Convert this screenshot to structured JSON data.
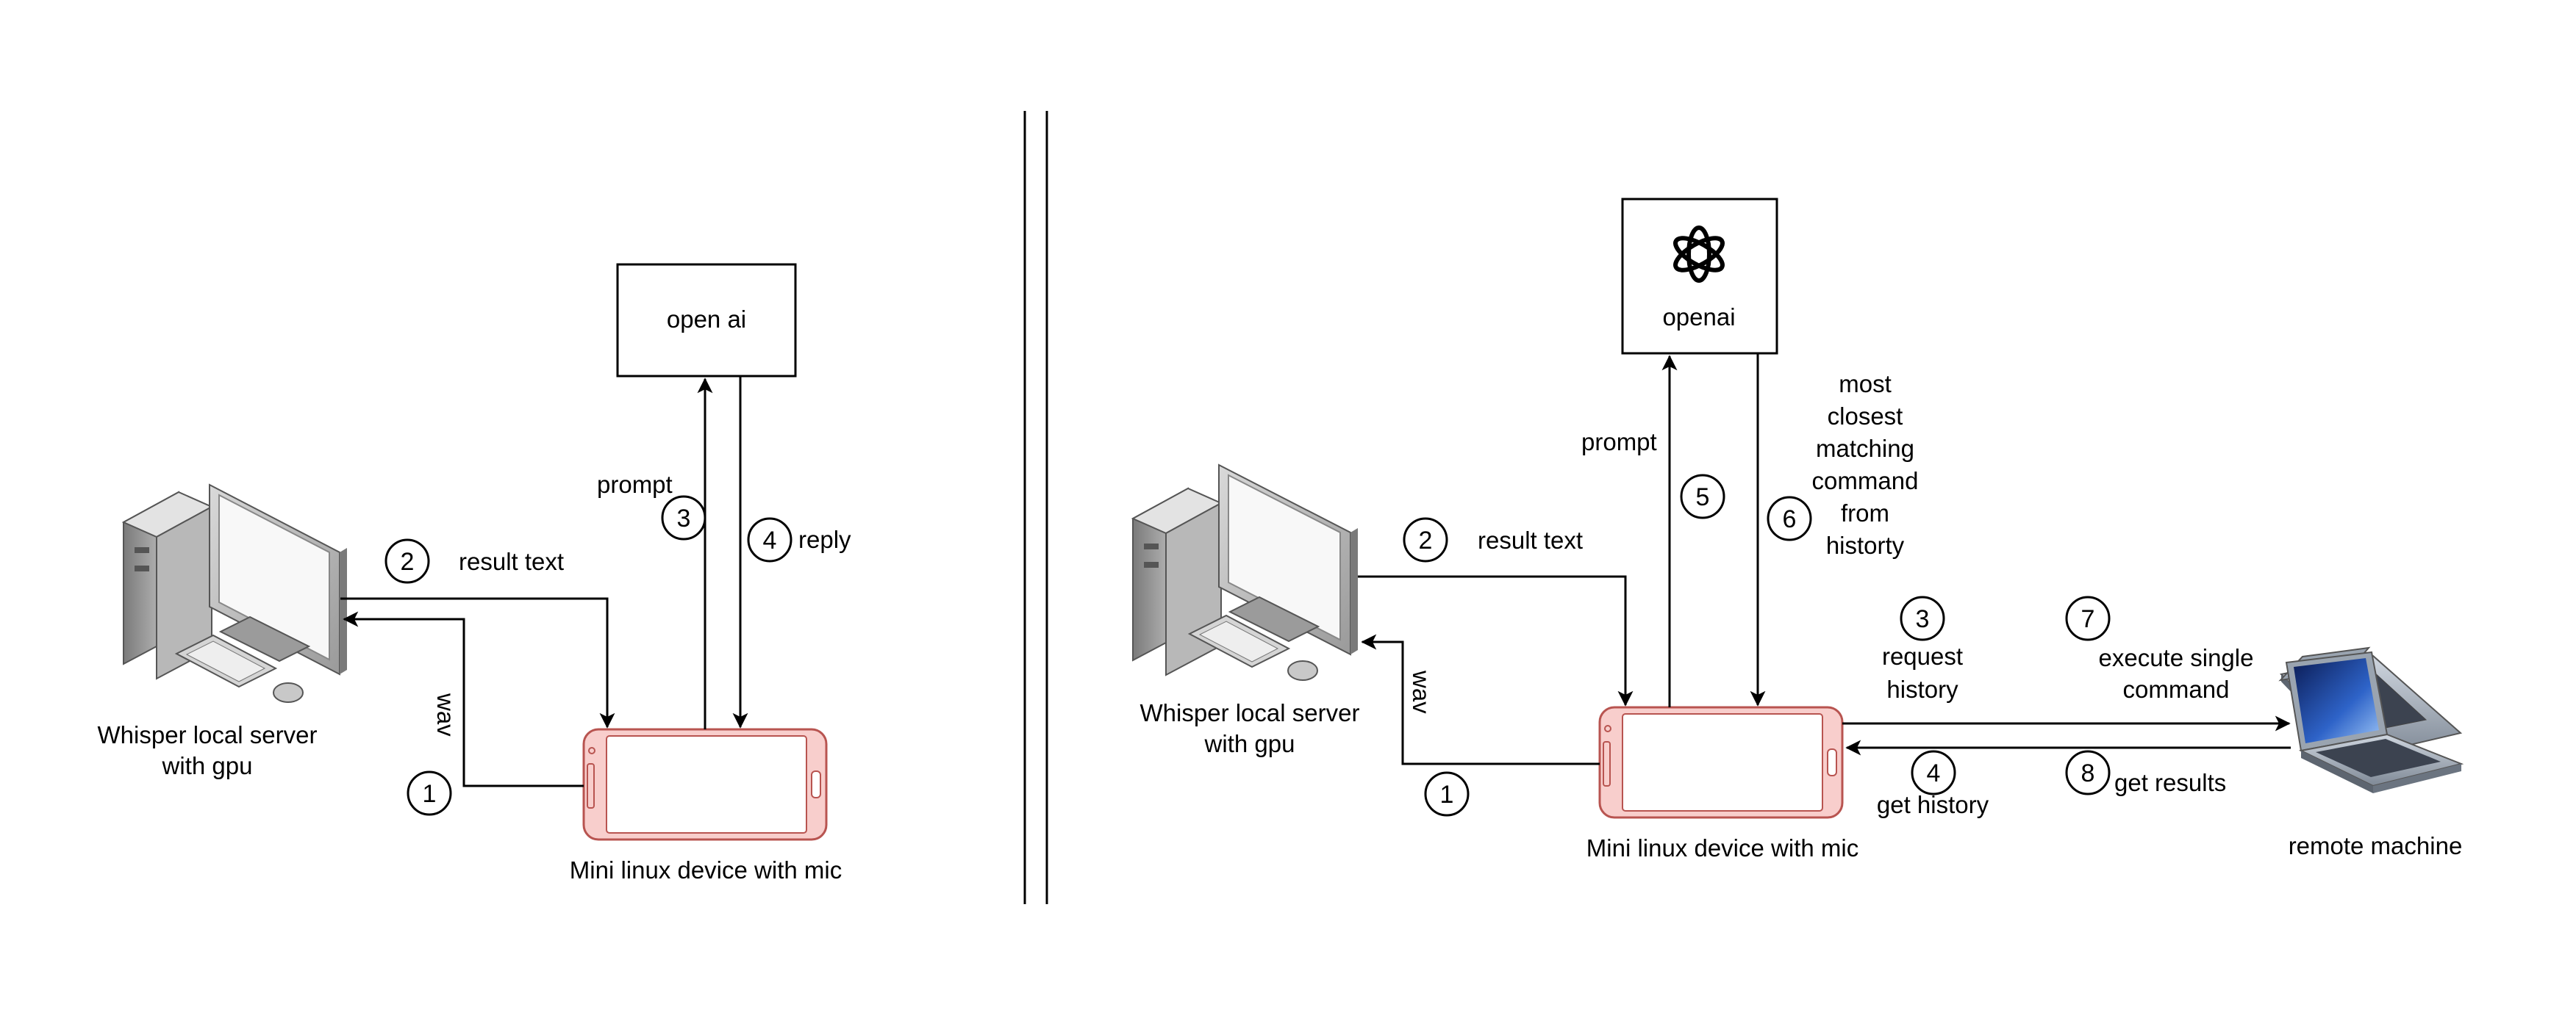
{
  "left": {
    "server_label": [
      "Whisper local server",
      "with gpu"
    ],
    "device_label": "Mini linux device with mic",
    "ai_box_label": "open ai",
    "steps": {
      "s1": "1",
      "s2": "2",
      "s3": "3",
      "s4": "4"
    },
    "edge_labels": {
      "wav": "wav",
      "result_text": "result text",
      "prompt": "prompt",
      "reply": "reply"
    }
  },
  "right": {
    "server_label": [
      "Whisper local server",
      "with gpu"
    ],
    "device_label": "Mini linux device with mic",
    "ai_box_label": "openai",
    "remote_label": "remote machine",
    "steps": {
      "s1": "1",
      "s2": "2",
      "s3": "3",
      "s4": "4",
      "s5": "5",
      "s6": "6",
      "s7": "7",
      "s8": "8"
    },
    "edge_labels": {
      "wav": "wav",
      "result_text": "result text",
      "prompt": "prompt",
      "most_closest": [
        "most",
        "closest",
        "matching",
        "command",
        "from",
        "historty"
      ],
      "request_history": [
        "request",
        "history"
      ],
      "get_history": "get history",
      "execute_single": [
        "execute single",
        "command"
      ],
      "get_results": "get results"
    }
  },
  "colors": {
    "device_fill": "#f8cecc",
    "device_stroke": "#b85450",
    "line": "#000000",
    "screen_bg": "#ffffff"
  }
}
